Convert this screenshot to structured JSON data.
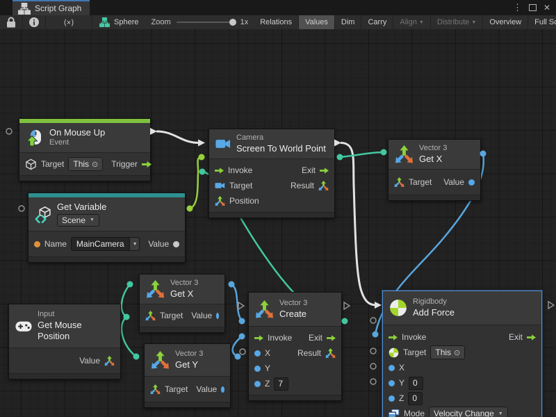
{
  "window": {
    "tab_title": "Script Graph"
  },
  "icons": {
    "chevron_down": "▼",
    "target_scope": "⊙",
    "menu_dots": "⋮",
    "close": "✕",
    "angle_edit": "⟨×⟩"
  },
  "toolbar": {
    "graph_name": "Sphere",
    "zoom_label": "Zoom",
    "zoom_value": "1x",
    "buttons": [
      {
        "label": "Relations",
        "state": "normal"
      },
      {
        "label": "Values",
        "state": "active"
      },
      {
        "label": "Dim",
        "state": "normal"
      },
      {
        "label": "Carry",
        "state": "normal"
      },
      {
        "label": "Align",
        "state": "disabled",
        "dropdown": true
      },
      {
        "label": "Distribute",
        "state": "disabled",
        "dropdown": true
      },
      {
        "label": "Overview",
        "state": "normal"
      },
      {
        "label": "Full Screen",
        "state": "normal"
      }
    ]
  },
  "colors": {
    "event_bar": "#7fc13e",
    "variable_bar": "#2d9090",
    "wire_white": "#e2e2e2",
    "wire_green": "#97cf3b",
    "wire_teal": "#43c7a0",
    "wire_blue": "#58a6dd",
    "selection": "#4f8fd6"
  },
  "nodes": [
    {
      "title": "On Mouse Up",
      "subtitle": "Event",
      "ports": {
        "target": "Target",
        "target_value": "This",
        "trigger": "Trigger"
      }
    },
    {
      "title": "Get Variable",
      "scope_value": "Scene",
      "ports": {
        "name": "Name",
        "name_value": "MainCamera",
        "value": "Value"
      }
    },
    {
      "category": "Camera",
      "title": "Screen To World Point",
      "ports": {
        "invoke": "Invoke",
        "exit": "Exit",
        "target": "Target",
        "result": "Result",
        "position": "Position"
      }
    },
    {
      "category": "Vector 3",
      "title": "Get X",
      "ports": {
        "target": "Target",
        "value": "Value"
      }
    },
    {
      "category": "Vector 3",
      "title": "Get X",
      "ports": {
        "target": "Target",
        "value": "Value"
      }
    },
    {
      "category": "Vector 3",
      "title": "Get Y",
      "ports": {
        "target": "Target",
        "value": "Value"
      }
    },
    {
      "category": "Input",
      "title": "Get Mouse Position",
      "ports": {
        "value": "Value"
      }
    },
    {
      "category": "Vector 3",
      "title": "Create",
      "ports": {
        "invoke": "Invoke",
        "exit": "Exit",
        "x": "X",
        "result": "Result",
        "y": "Y",
        "z": "Z",
        "z_value": "7"
      }
    },
    {
      "category": "Rigidbody",
      "title": "Add Force",
      "ports": {
        "invoke": "Invoke",
        "exit": "Exit",
        "target": "Target",
        "target_value": "This",
        "x": "X",
        "y": "Y",
        "y_value": "0",
        "z": "Z",
        "z_value": "0",
        "mode": "Mode",
        "mode_value": "Velocity Change"
      }
    }
  ]
}
